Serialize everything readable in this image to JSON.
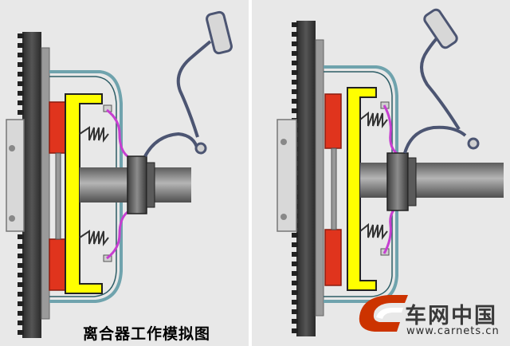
{
  "caption": "离合器工作模拟图",
  "watermark": {
    "name": "车网中国",
    "url": "www.carnets.cn"
  },
  "panels": [
    {
      "id": "left",
      "state": "engaged"
    },
    {
      "id": "right",
      "state": "disengaged"
    }
  ],
  "colors": {
    "panel_bg": "#e8e8e8",
    "housing": "#6fa3ad",
    "friction_disc": "#e0341d",
    "pressure_plate": "#ffff00",
    "spring": "#c63fd0",
    "shaft": "#6e6e6e",
    "flywheel": "#333333",
    "pedal_linkage": "#4c5572",
    "logo": "#cc3300"
  }
}
